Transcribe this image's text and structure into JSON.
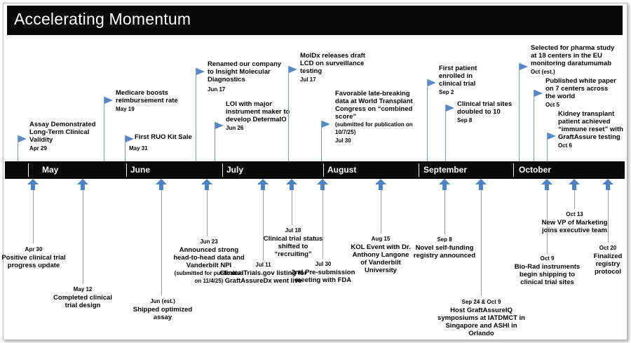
{
  "title": "Accelerating Momentum",
  "months": [
    "May",
    "June",
    "July",
    "August",
    "September",
    "October"
  ],
  "above": [
    {
      "title": "Assay Demonstrated Long-Term Clinical Validity",
      "date": "Apr 29"
    },
    {
      "title": "Medicare boosts reimbursement rate",
      "date": "May 19"
    },
    {
      "title": "First RUO Kit Sale",
      "date": "May 31"
    },
    {
      "title": "Renamed our company to Insight Molecular Diagnostics",
      "date": "Jun 17"
    },
    {
      "title": "LOI with major instrument maker to develop DetermaIO",
      "date": "Jun 26"
    },
    {
      "title": "MolDx releases draft LCD on surveillance testing",
      "date": "Jul 17"
    },
    {
      "title": "Favorable late-breaking data at World Transplant Congress on “combined score”",
      "note": "(submitted for publication on 10/7/25)",
      "date": "Jul 30"
    },
    {
      "title": "First patient enrolled in clinical trial",
      "date": "Sep 2"
    },
    {
      "title": "Clinical trial sites doubled to 10",
      "date": "Sep 8"
    },
    {
      "title": "Selected for pharma study at 18 centers in the EU monitoring daratumumab",
      "date": "Oct (est.)"
    },
    {
      "title": "Published white paper on 7 centers across the world",
      "date": "Oct 5"
    },
    {
      "title": "Kidney transplant patient achieved “immune reset” with GraftAssure testing",
      "date": "Oct 6"
    }
  ],
  "below": [
    {
      "date": "Apr 30",
      "title": "Positive clinical trial progress update"
    },
    {
      "date": "May 12",
      "title": "Completed clinical trial design"
    },
    {
      "date": "Jun (est.)",
      "title": "Shipped optimized assay"
    },
    {
      "date": "Jun 23",
      "title": "Announced strong head-to-head data and Vanderbilt NPI",
      "note": "(submitted for publication on 11/4/25)"
    },
    {
      "date": "Jul 11",
      "title": "ClinicalTrials.gov listing for GraftAssureDx went live"
    },
    {
      "date": "Jul 18",
      "title": "Clinical trial status shifted to “recruiting”"
    },
    {
      "date": "Jul 30",
      "title": "2nd Pre-submission meeting with FDA"
    },
    {
      "date": "Aug 15",
      "title": "KOL Event with Dr. Anthony Langone of Vanderbilt University"
    },
    {
      "date": "Sep 8",
      "title": "Novel self-funding registry announced"
    },
    {
      "date": "Sep 24 & Oct 9",
      "title": "Host GraftAssureIQ symposiums at IATDMCT in Singapore and ASHI in Orlando"
    },
    {
      "date": "Oct 9",
      "title": "Bio-Rad instruments begin shipping to clinical trial sites"
    },
    {
      "date": "Oct 13",
      "title": "New VP of Marketing joins executive team"
    },
    {
      "date": "Oct 20",
      "title": "Finalized registry protocol"
    }
  ]
}
